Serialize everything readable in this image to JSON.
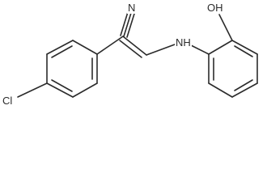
{
  "structure": {
    "description_labels": {
      "nitrile_nitrogen": "N",
      "amine": "NH",
      "hydroxyl": "OH",
      "chlorine": "Cl"
    }
  }
}
